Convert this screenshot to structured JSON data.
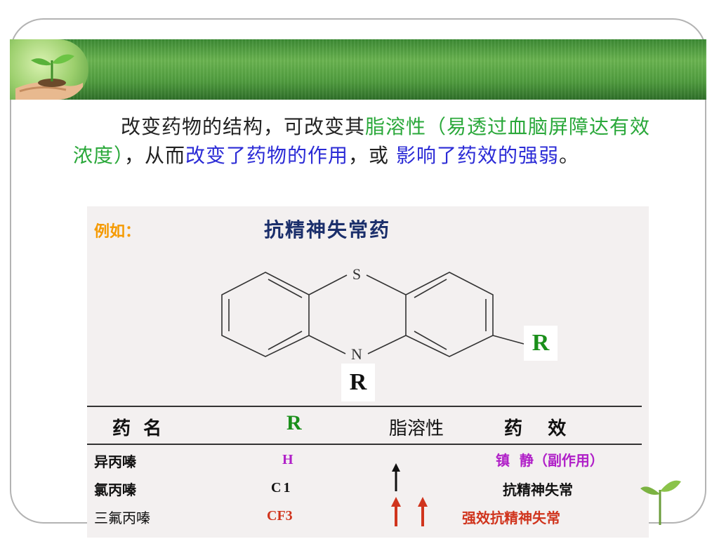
{
  "slide": {
    "body": {
      "part1": "改变药物的结构，可改变其",
      "part2": "脂溶性（易透过血脑屏障达有效浓度）",
      "part3": "，从而",
      "part4": "改变了药物的作用",
      "part5": "，或 ",
      "part6": "影响了药效的强弱",
      "part7": "。"
    },
    "example_label": "例如：",
    "title": "抗精神失常药",
    "structure": {
      "s_atom": "S",
      "n_atom": "N",
      "r_ring": "R",
      "r_nitrogen": "R"
    },
    "table": {
      "headers": [
        "药  名",
        "R",
        "脂溶性",
        "药    效"
      ],
      "rows": [
        {
          "name": "异丙嗪",
          "r": "H",
          "effect": "镇  静（副作用）"
        },
        {
          "name": "氯丙嗪",
          "r": "C1",
          "effect": "抗精神失常"
        },
        {
          "name": "三氟丙嗪",
          "r": "CF3",
          "effect": "强效抗精神失常"
        }
      ]
    },
    "colors": {
      "banner": "#4f9c3e",
      "green_text": "#2aa83a",
      "blue_text": "#2b2bd6",
      "purple": "#b020c8",
      "red": "#d0341d",
      "orange": "#f59a00"
    }
  }
}
